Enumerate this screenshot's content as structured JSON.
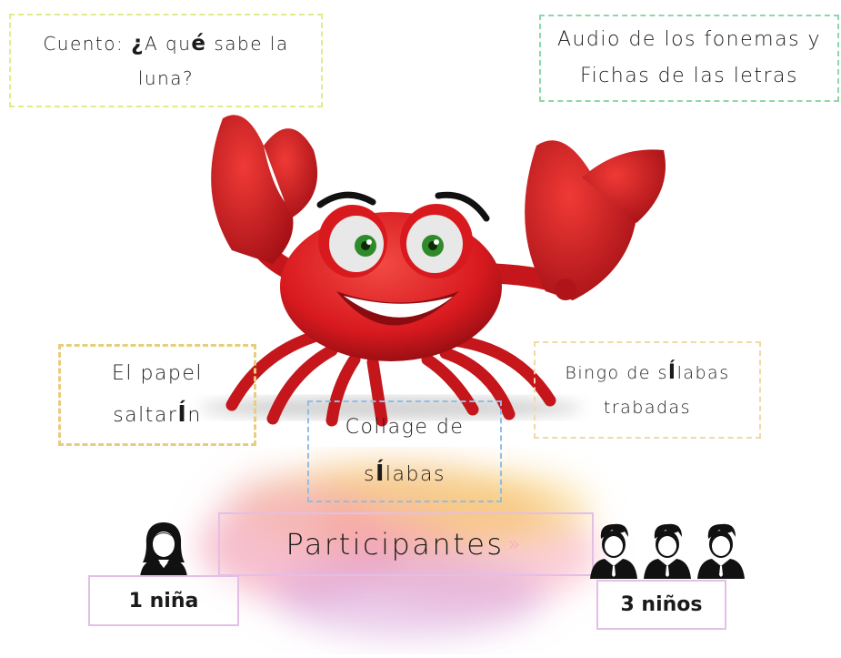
{
  "cards": {
    "cuento": {
      "prefix": "Cuento: ",
      "text_a": "¿",
      "text_b": "A qu",
      "text_c": "é",
      "text_d": " sabe la luna?"
    },
    "audio": {
      "line1": "Audio de los fonemas y",
      "line2": "Fichas de las letras"
    },
    "papel": {
      "line1": "El papel",
      "line2a": "saltar",
      "line2b": "Í",
      "line2c": "n"
    },
    "bingo": {
      "line1a": "Bingo de s",
      "line1b": "Í",
      "line1c": "labas",
      "line2": "trabadas"
    },
    "collage": {
      "line1": "Collage de",
      "line2a": "s",
      "line2b": "Í",
      "line2c": "labas"
    }
  },
  "participants": {
    "title": "Participantes",
    "girls_label": "1 niña",
    "boys_label": "3 niños"
  },
  "icons": {
    "mascot": "crab-mascot",
    "girl": "girl-avatar-icon",
    "boy": "boy-avatar-icon"
  },
  "colors": {
    "crab": "#d81a1f",
    "cuento_border": "#e4ea8a",
    "audio_border": "#8ed8a6",
    "papel_border": "#e8cd7e",
    "bingo_border": "#f3d7a8",
    "collage_border": "#8fbde6",
    "participants_border": "#e3bfe6"
  }
}
